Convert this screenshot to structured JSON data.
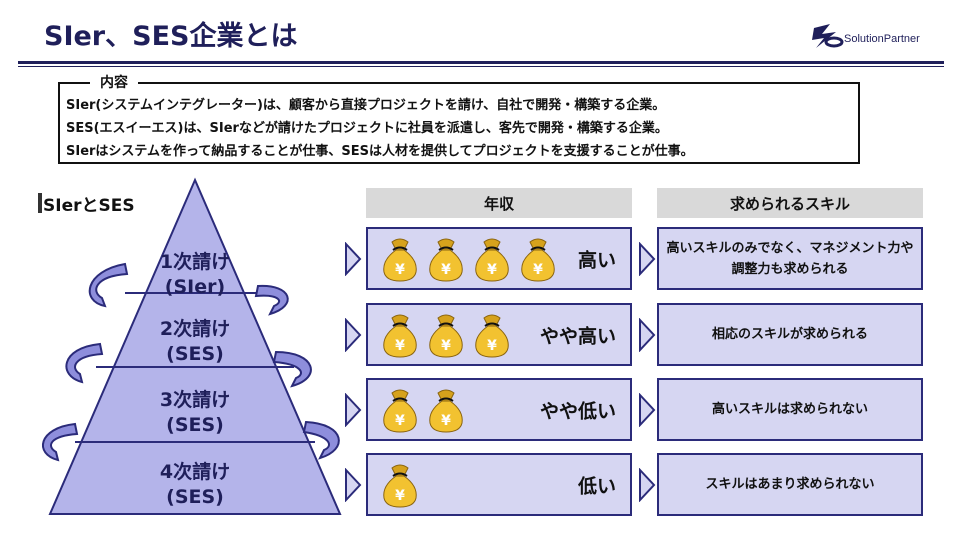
{
  "title": "SIer、SES企業とは",
  "logo": {
    "text": "SolutionPartner",
    "icon": "sp-logo-icon"
  },
  "summary": {
    "label": "内容",
    "lines": [
      "SIer(システムインテグレーター)は、顧客から直接プロジェクトを請け、自社で開発・構築する企業。",
      "SES(エスイーエス)は、SIerなどが請けたプロジェクトに社員を派遣し、客先で開発・構築する企業。",
      "SIerはシステムを作って納品することが仕事、SESは人材を提供してプロジェクトを支援することが仕事。"
    ]
  },
  "section_title": "SIerとSES",
  "pyramid": {
    "tiers": [
      {
        "line1": "1次請け",
        "line2": "(SIer)"
      },
      {
        "line1": "2次請け",
        "line2": "(SES)"
      },
      {
        "line1": "3次請け",
        "line2": "(SES)"
      },
      {
        "line1": "4次請け",
        "line2": "(SES)"
      }
    ]
  },
  "columns": {
    "income": "年収",
    "skill": "求められるスキル"
  },
  "rows": [
    {
      "bags": 4,
      "income": "高い",
      "skill": "高いスキルのみでなく、マネジメント力や調整力も求められる"
    },
    {
      "bags": 3,
      "income": "やや高い",
      "skill": "相応のスキルが求められる"
    },
    {
      "bags": 2,
      "income": "やや低い",
      "skill": "高いスキルは求められない"
    },
    {
      "bags": 1,
      "income": "低い",
      "skill": "スキルはあまり求められない"
    }
  ],
  "colors": {
    "navy": "#1f1f5a",
    "lavender": "#d6d6f2",
    "pyramid_fill": "#b4b4ea",
    "border": "#2b2b7a",
    "gold": "#f2c230"
  }
}
